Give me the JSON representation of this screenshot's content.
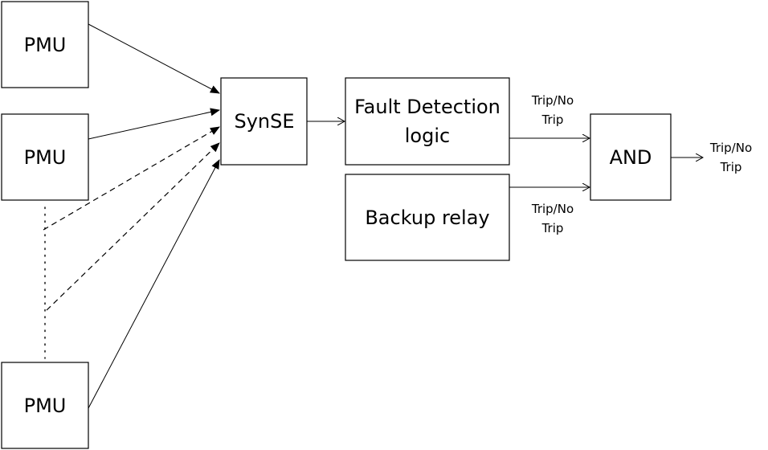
{
  "blocks": {
    "pmu_1": "PMU",
    "pmu_2": "PMU",
    "pmu_3": "PMU",
    "synse": "SynSE",
    "fault_detection_line1": "Fault Detection",
    "fault_detection_line2": "logic",
    "backup_relay": "Backup relay",
    "and_gate": "AND"
  },
  "signals": {
    "fault_out": [
      "Trip/No",
      "Trip"
    ],
    "backup_out": [
      "Trip/No",
      "Trip"
    ],
    "and_out": [
      "Trip/No",
      "Trip"
    ]
  }
}
